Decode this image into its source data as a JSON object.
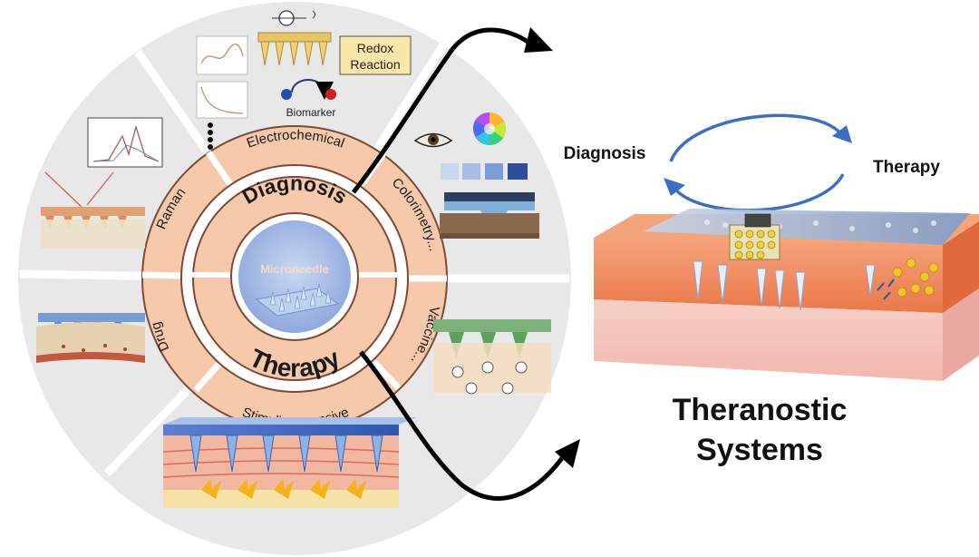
{
  "wheel": {
    "center_label": "Microneedle",
    "diagnosis_label": "Diagnosis",
    "therapy_label": "Therapy",
    "segments": {
      "electrochemical": "Electrochemical",
      "colorimetry": "Colorimetry...",
      "raman": "Raman",
      "drug": "Drug",
      "vaccine": "Vaccine...",
      "stimuli": "Stimuli-responsive"
    },
    "electrochem_panel": {
      "redox_line1": "Redox",
      "redox_line2": "Reaction",
      "biomarker": "Biomarker"
    }
  },
  "right": {
    "diagnosis": "Diagnosis",
    "therapy": "Therapy",
    "title_line1": "Theranostic",
    "title_line2": "Systems"
  },
  "colors": {
    "ring_peach": "#f6c7a8",
    "ring_stroke": "#7a4a36",
    "outer_grey": "#e9e9e9",
    "center_blue": "#a8bfe6",
    "arrow_blue": "#3a6fc4",
    "skin": "#f08a5a"
  },
  "icons": [
    "eye-icon",
    "color-wheel-icon",
    "arrow-icon",
    "cycle-arrows-icon"
  ]
}
